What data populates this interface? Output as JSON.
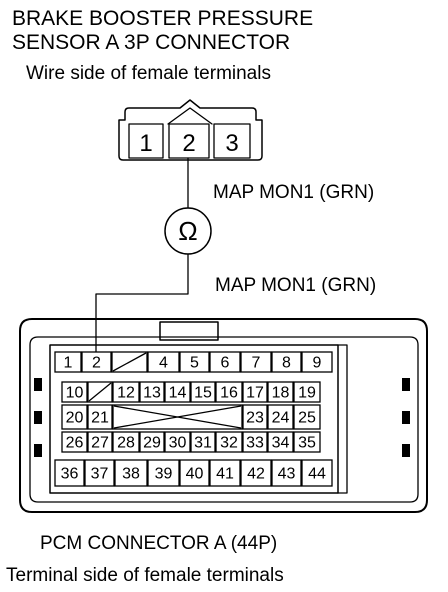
{
  "sensor": {
    "title_line1": "BRAKE BOOSTER PRESSURE",
    "title_line2": "SENSOR A 3P CONNECTOR",
    "view_label": "Wire side of female terminals",
    "pins": [
      "1",
      "2",
      "3"
    ],
    "wire_label": "MAP MON1 (GRN)"
  },
  "meter": {
    "symbol": "Ω"
  },
  "pcm": {
    "wire_label": "MAP MON1 (GRN)",
    "rows": [
      [
        "1",
        "2",
        "",
        "4",
        "5",
        "6",
        "7",
        "8",
        "9"
      ],
      [
        "10",
        "",
        "12",
        "13",
        "14",
        "15",
        "16",
        "17",
        "18",
        "19"
      ],
      [
        "20",
        "21",
        "",
        "",
        "",
        "",
        "",
        "23",
        "24",
        "25"
      ],
      [
        "26",
        "27",
        "28",
        "29",
        "30",
        "31",
        "32",
        "33",
        "34",
        "35"
      ],
      [
        "36",
        "37",
        "38",
        "39",
        "40",
        "41",
        "42",
        "43",
        "44"
      ]
    ],
    "title": "PCM CONNECTOR A (44P)",
    "view_label": "Terminal side of female terminals"
  }
}
